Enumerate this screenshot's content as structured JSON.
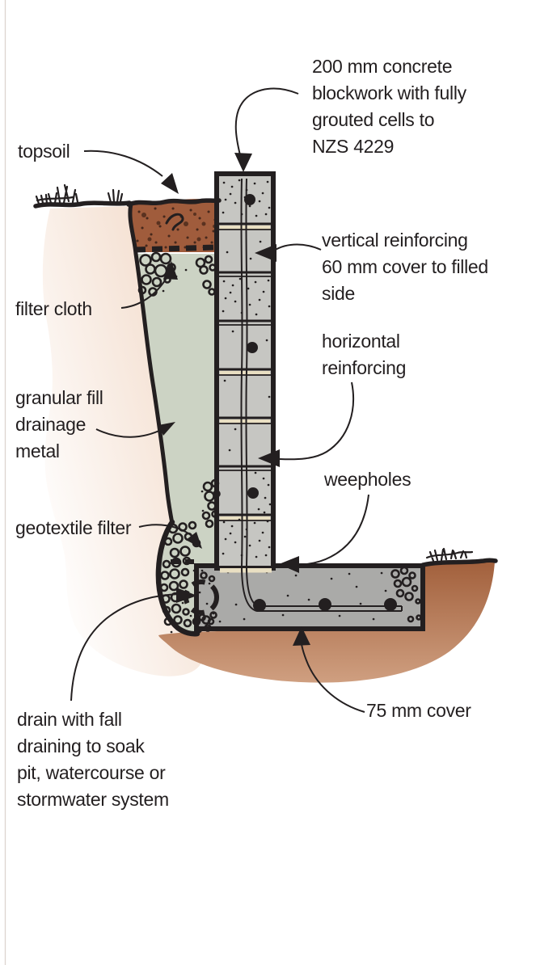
{
  "figure": {
    "type": "construction-detail-diagram",
    "subject": "concrete block retaining wall section",
    "labels": {
      "blockwork": "200 mm concrete\nblockwork with fully\ngrouted cells to\nNZS 4229",
      "topsoil": "topsoil",
      "filter_cloth": "filter cloth",
      "vertical_reinforcing": "vertical reinforcing\n60 mm cover to filled\nside",
      "horizontal_reinforcing": "horizontal\nreinforcing",
      "weepholes": "weepholes",
      "granular_fill": "granular fill\ndrainage\nmetal",
      "geotextile_filter": "geotextile filter",
      "drain": "drain with fall\ndraining to soak\npit, watercourse or\nstormwater system",
      "cover": "75 mm cover"
    },
    "colors": {
      "ink": "#231f20",
      "topsoil": "#a05c3c",
      "topsoil_stone": "#5a3220",
      "granular_fill": "#ccd3c4",
      "block": "#c6c6c2",
      "footing": "#aaaaa8",
      "mortar": "#e9dfc2",
      "subsoil_top": "#a2603c",
      "subsoil_bottom": "#cf9f80",
      "left_soil": "#f2d9c7"
    }
  }
}
